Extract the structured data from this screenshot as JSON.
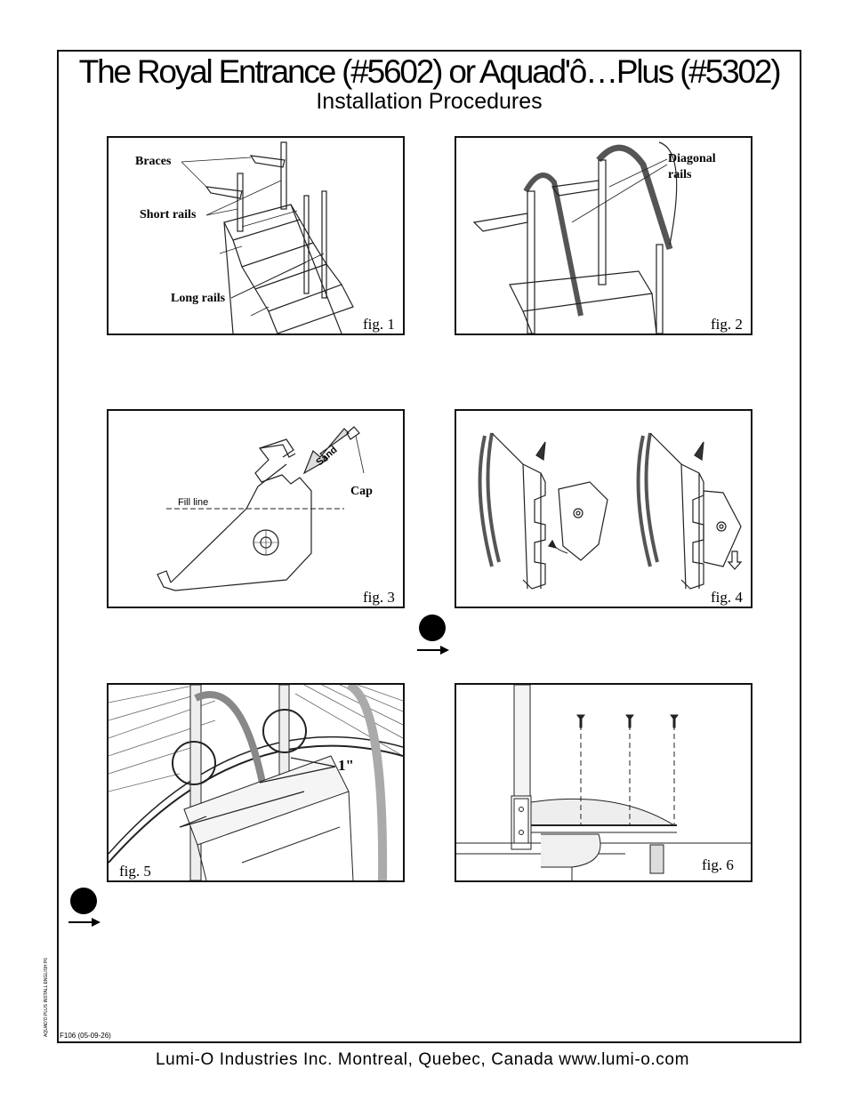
{
  "title": "The Royal Entrance (#5602) or Aquad'ô…Plus (#5302)",
  "subtitle": "Installation Procedures",
  "figures": {
    "fig1": {
      "label": "fig. 1",
      "callouts": {
        "braces": "Braces",
        "short_rails": "Short rails",
        "long_rails": "Long rails"
      }
    },
    "fig2": {
      "label": "fig. 2",
      "callouts": {
        "diagonal": "Diagonal",
        "rails": "rails"
      }
    },
    "fig3": {
      "label": "fig. 3",
      "callouts": {
        "sand": "Sand",
        "cap": "Cap",
        "fill_line": "Fill line"
      }
    },
    "fig4": {
      "label": "fig. 4"
    },
    "fig5": {
      "label": "fig. 5",
      "callouts": {
        "measure": "1\""
      }
    },
    "fig6": {
      "label": "fig. 6"
    }
  },
  "side_code": "AQUAD'O PLUS INSTALL ENGLISH P6",
  "form_code": "F106 (05-09-26)",
  "footer": "Lumi-O Industries Inc.  Montreal, Quebec, Canada www.lumi-o.com"
}
